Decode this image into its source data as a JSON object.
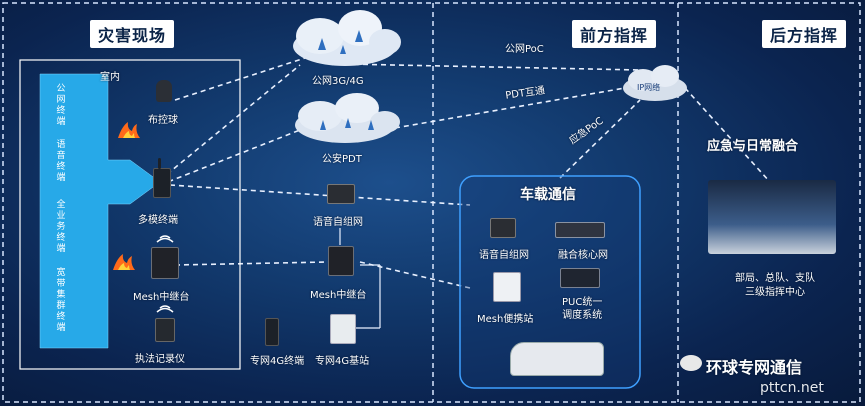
{
  "sections": {
    "disaster_site": "灾害现场",
    "front_command": "前方指挥",
    "rear_command": "后方指挥"
  },
  "indoor": "室内",
  "arrow_labels": [
    "公网终端",
    "语音终端",
    "全业务终端",
    "宽带集群终端"
  ],
  "devices": {
    "camera_ball": "布控球",
    "multimode_terminal": "多模终端",
    "mesh_relay_left": "Mesh中继台",
    "law_recorder": "执法记录仪",
    "public_3g4g": "公网3G/4G",
    "police_pdt": "公安PDT",
    "voice_adhoc": "语音自组网",
    "mesh_relay_mid": "Mesh中继台",
    "private_4g_terminal": "专网4G终端",
    "private_4g_station": "专网4G基站",
    "ip_network": "IP网络",
    "public_poc": "公网PoC",
    "pdt_interop": "PDT互通",
    "emergency_poc": "应急PoC"
  },
  "vehicle": {
    "title": "车载通信",
    "voice_adhoc": "语音自组网",
    "core_network": "融合核心网",
    "mesh_portable": "Mesh便携站",
    "puc_system": "PUC统一\n调度系统"
  },
  "rear": {
    "title": "应急与日常融合",
    "caption": "部局、总队、支队\n三级指挥中心"
  },
  "watermark": {
    "name": "环球专网通信",
    "url": "pttcn.net"
  }
}
